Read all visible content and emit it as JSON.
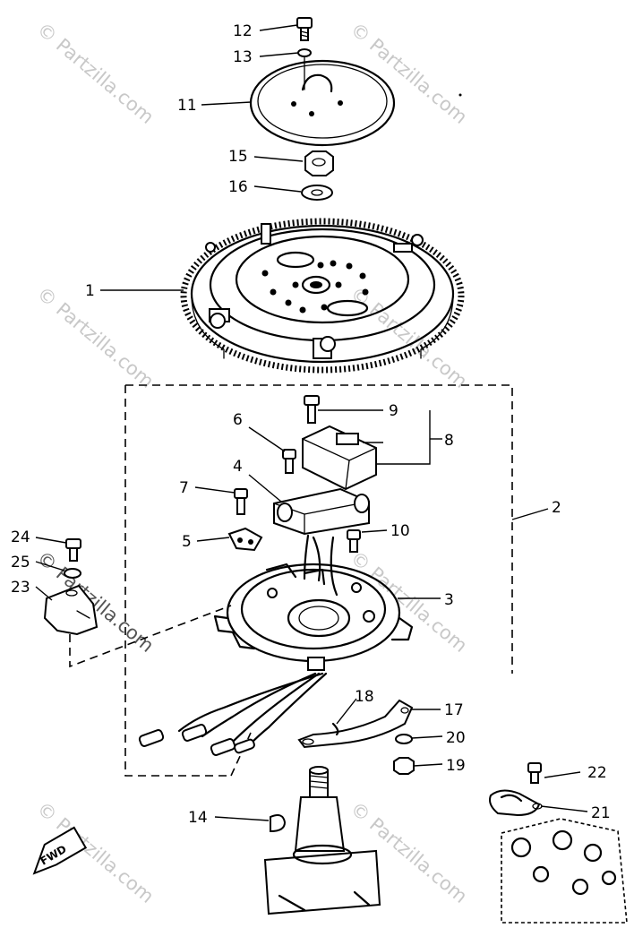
{
  "watermark": {
    "text": "© Partzilla.com"
  },
  "direction_marker": {
    "label": "FWD"
  },
  "callouts": [
    {
      "id": "c12",
      "label": "12"
    },
    {
      "id": "c13",
      "label": "13"
    },
    {
      "id": "c11",
      "label": "11"
    },
    {
      "id": "c15",
      "label": "15"
    },
    {
      "id": "c16",
      "label": "16"
    },
    {
      "id": "c1",
      "label": "1"
    },
    {
      "id": "c9",
      "label": "9"
    },
    {
      "id": "c8",
      "label": "8"
    },
    {
      "id": "c6",
      "label": "6"
    },
    {
      "id": "c4",
      "label": "4"
    },
    {
      "id": "c7",
      "label": "7"
    },
    {
      "id": "c2",
      "label": "2"
    },
    {
      "id": "c10",
      "label": "10"
    },
    {
      "id": "c5",
      "label": "5"
    },
    {
      "id": "c24",
      "label": "24"
    },
    {
      "id": "c25",
      "label": "25"
    },
    {
      "id": "c23",
      "label": "23"
    },
    {
      "id": "c3",
      "label": "3"
    },
    {
      "id": "c18",
      "label": "18"
    },
    {
      "id": "c17",
      "label": "17"
    },
    {
      "id": "c20",
      "label": "20"
    },
    {
      "id": "c19",
      "label": "19"
    },
    {
      "id": "c22",
      "label": "22"
    },
    {
      "id": "c14",
      "label": "14"
    },
    {
      "id": "c21",
      "label": "21"
    }
  ]
}
